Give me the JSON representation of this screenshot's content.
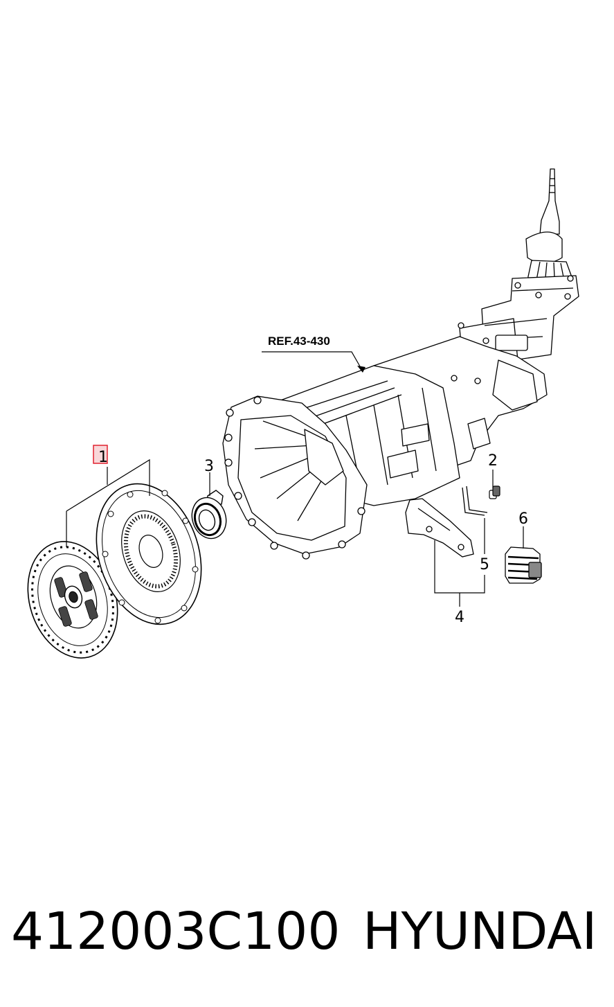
{
  "diagram": {
    "reference_label": "REF.43-430",
    "callouts": [
      "1",
      "2",
      "3",
      "4",
      "5",
      "6"
    ],
    "highlight_color": "#e0202f",
    "line_color": "#000000"
  },
  "footer": {
    "part_number": "412003C100",
    "brand": "HYUNDAI"
  }
}
